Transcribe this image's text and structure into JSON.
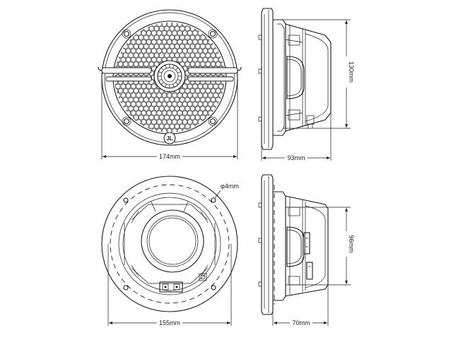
{
  "dimensions": {
    "front_width": "174mm",
    "side_height": "130mm",
    "side_depth": "93mm",
    "hole_diameter": "φ4mm",
    "rear_width": "155mm",
    "rear_height": "96mm",
    "rear_depth": "70mm"
  },
  "logo": "JL"
}
